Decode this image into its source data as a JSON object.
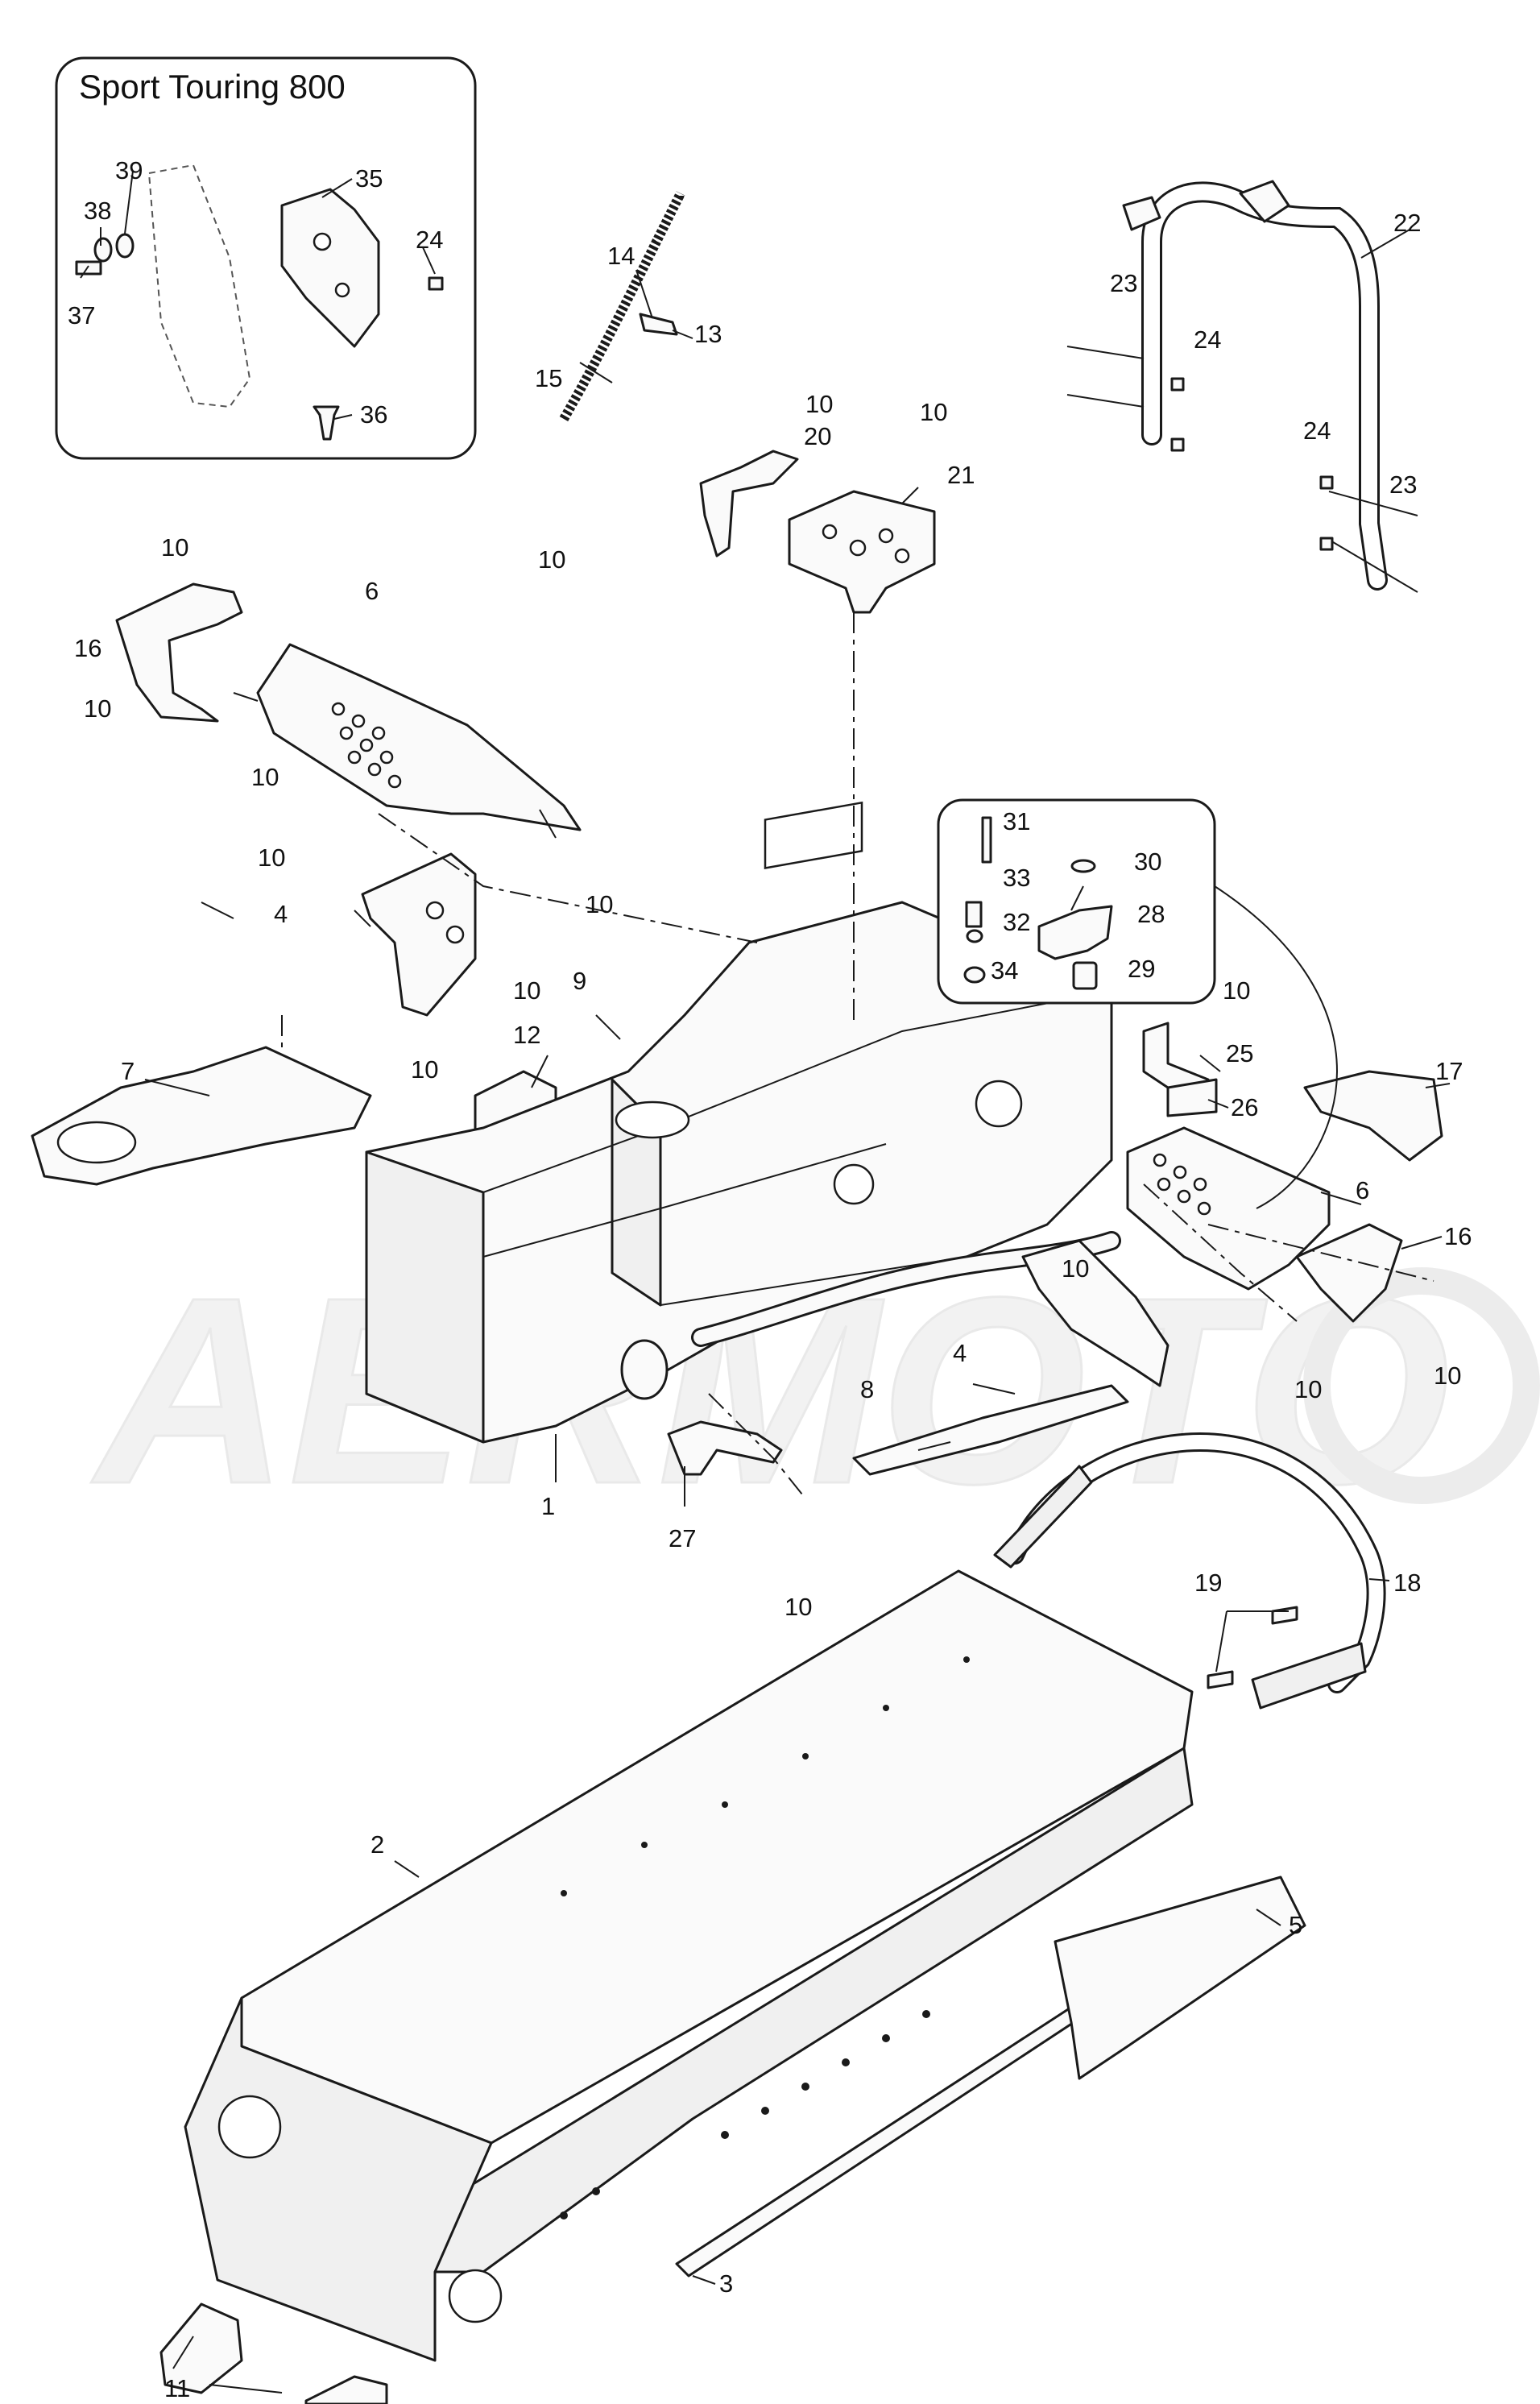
{
  "inset": {
    "title": "Sport Touring 800"
  },
  "callouts": {
    "c1": "1",
    "c2": "2",
    "c3": "3",
    "c4a": "4",
    "c4b": "4",
    "c5": "5",
    "c6a": "6",
    "c6b": "6",
    "c7": "7",
    "c8": "8",
    "c9": "9",
    "c10_a": "10",
    "c10_b": "10",
    "c10_c": "10",
    "c10_d": "10",
    "c10_e": "10",
    "c10_f": "10",
    "c10_g": "10",
    "c10_h": "10",
    "c10_i": "10",
    "c10_j": "10",
    "c10_k": "10",
    "c10_l": "10",
    "c10_m": "10",
    "c10_n": "10",
    "c10_o": "10",
    "c11": "11",
    "c12": "12",
    "c13": "13",
    "c14": "14",
    "c15": "15",
    "c16a": "16",
    "c16b": "16",
    "c17": "17",
    "c18": "18",
    "c19": "19",
    "c20": "20",
    "c21": "21",
    "c22": "22",
    "c23a": "23",
    "c23b": "23",
    "c24a": "24",
    "c24b": "24",
    "c24c": "24",
    "c25": "25",
    "c26": "26",
    "c27": "27",
    "c28": "28",
    "c29": "29",
    "c30": "30",
    "c31": "31",
    "c32": "32",
    "c33": "33",
    "c34": "34",
    "c35": "35",
    "c36": "36",
    "c37": "37",
    "c38": "38",
    "c39": "39"
  },
  "watermark_text": "AERMOTO"
}
